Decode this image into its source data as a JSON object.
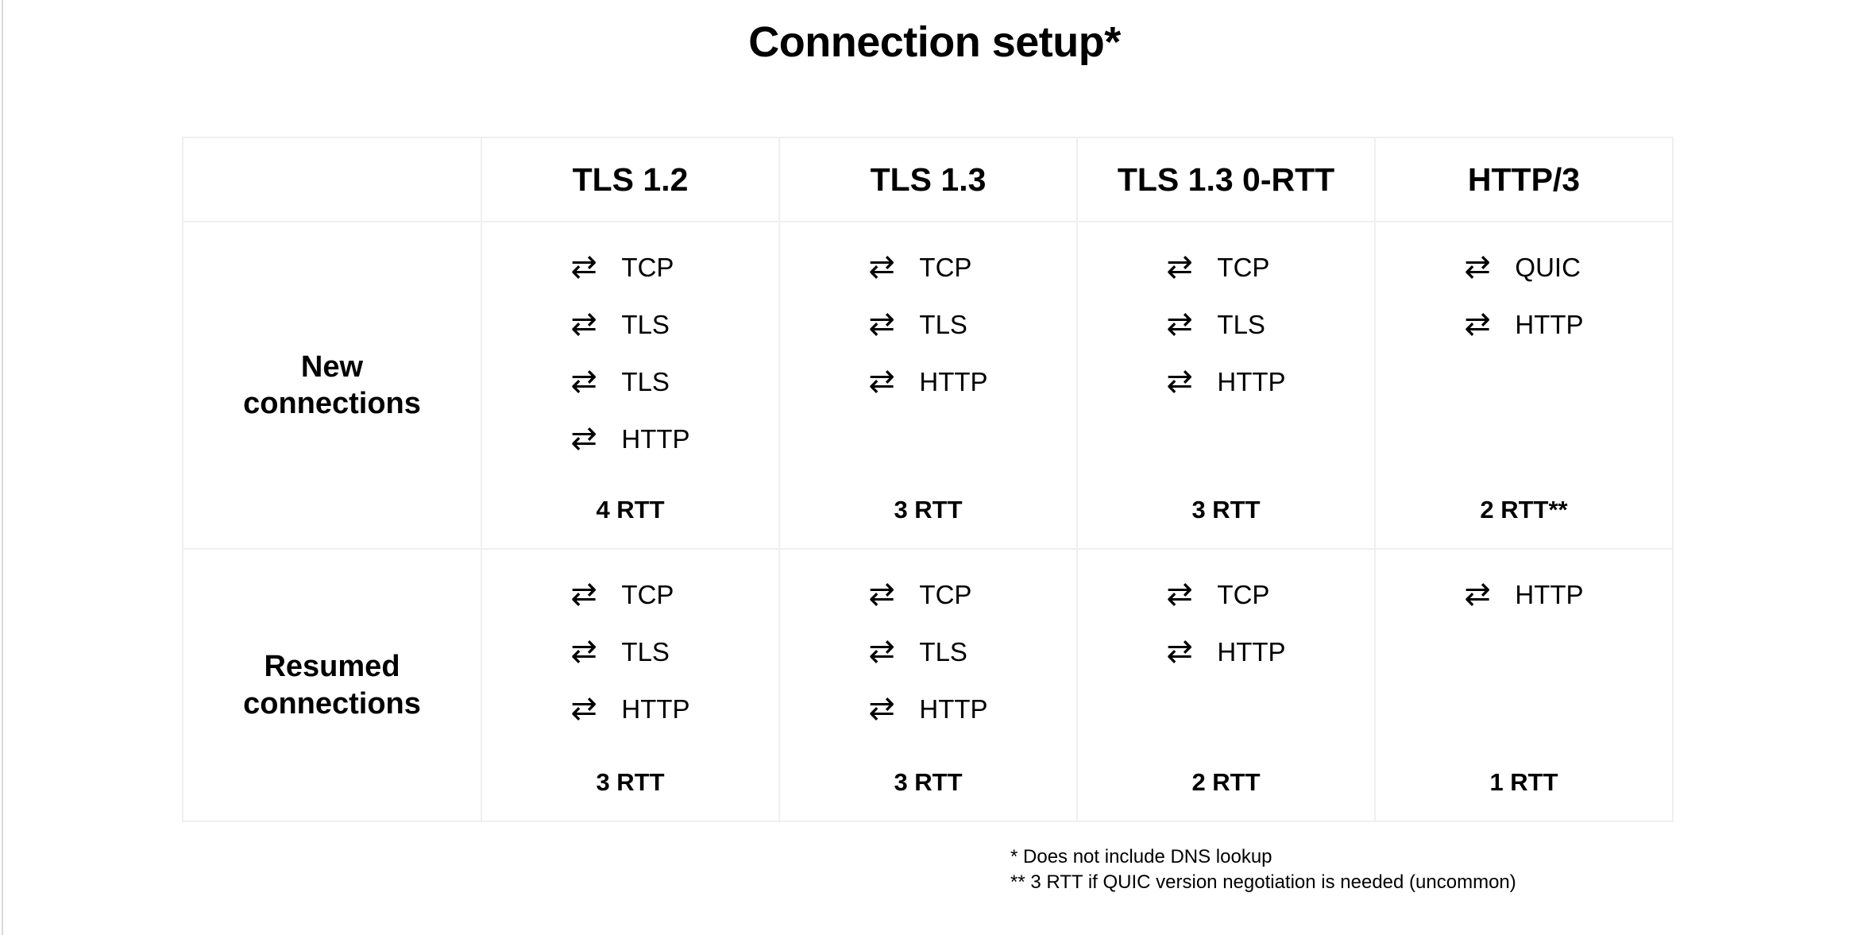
{
  "title": "Connection setup*",
  "icons": {
    "exchange_arrow": "⇄"
  },
  "table": {
    "corner_header": "",
    "columns": [
      "TLS 1.2",
      "TLS 1.3",
      "TLS 1.3 0-RTT",
      "HTTP/3"
    ],
    "rows": [
      {
        "label": "New\nconnections",
        "cells": [
          {
            "steps": [
              "TCP",
              "TLS",
              "TLS",
              "HTTP"
            ],
            "rtt": "4 RTT"
          },
          {
            "steps": [
              "TCP",
              "TLS",
              "HTTP"
            ],
            "rtt": "3 RTT"
          },
          {
            "steps": [
              "TCP",
              "TLS",
              "HTTP"
            ],
            "rtt": "3 RTT"
          },
          {
            "steps": [
              "QUIC",
              "HTTP"
            ],
            "rtt": "2 RTT**"
          }
        ]
      },
      {
        "label": "Resumed\nconnections",
        "cells": [
          {
            "steps": [
              "TCP",
              "TLS",
              "HTTP"
            ],
            "rtt": "3 RTT"
          },
          {
            "steps": [
              "TCP",
              "TLS",
              "HTTP"
            ],
            "rtt": "3 RTT"
          },
          {
            "steps": [
              "TCP",
              "HTTP"
            ],
            "rtt": "2 RTT"
          },
          {
            "steps": [
              "HTTP"
            ],
            "rtt": "1 RTT"
          }
        ]
      }
    ]
  },
  "footnotes": [
    "* Does not include DNS lookup",
    "** 3 RTT if QUIC version negotiation is needed (uncommon)"
  ],
  "colors": {
    "background": "#ffffff",
    "text": "#000000",
    "border": "#efefef",
    "page_edge": "#d8d8d8"
  }
}
